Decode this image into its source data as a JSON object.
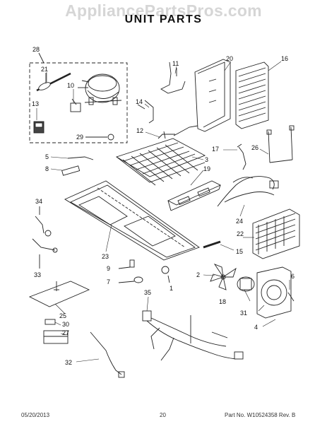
{
  "watermark": "AppliancePartsPros.com",
  "title": "UNIT PARTS",
  "footer": {
    "date": "05/20/2013",
    "page": "20",
    "part_number": "Part No. W10524358  Rev. B"
  },
  "callouts": [
    "28",
    "21",
    "10",
    "13",
    "29",
    "11",
    "20",
    "16",
    "14",
    "12",
    "17",
    "26",
    "5",
    "8",
    "3",
    "19",
    "34",
    "24",
    "22",
    "23",
    "15",
    "9",
    "33",
    "7",
    "1",
    "2",
    "6",
    "18",
    "25",
    "35",
    "31",
    "4",
    "30",
    "27",
    "32"
  ]
}
